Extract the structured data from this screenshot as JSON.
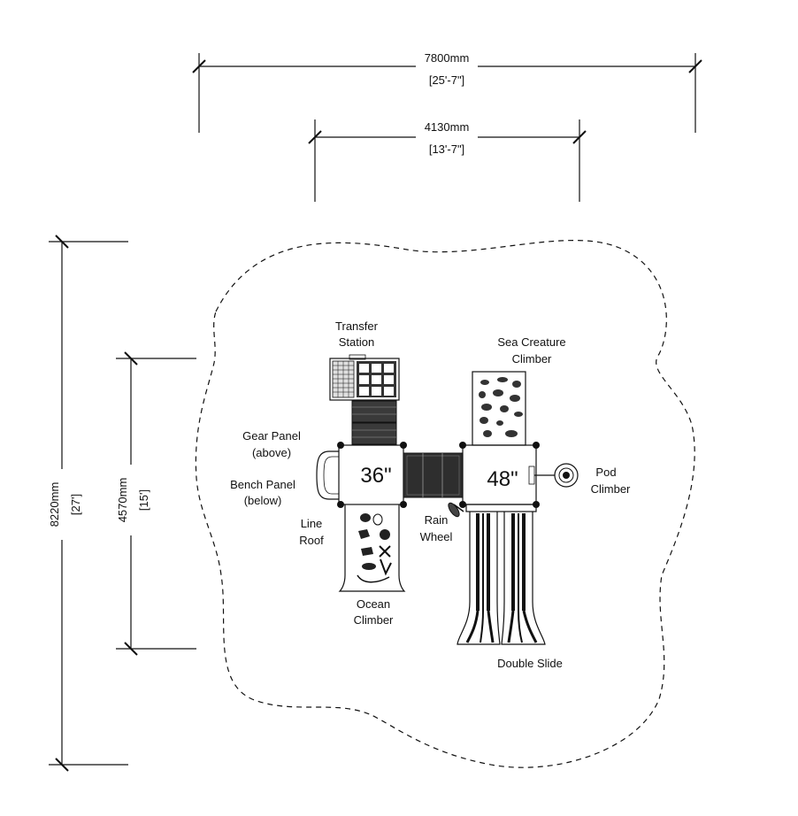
{
  "dimensions": {
    "overall_width": {
      "mm": "7800mm",
      "ft": "[25'-7\"]"
    },
    "structure_width": {
      "mm": "4130mm",
      "ft": "[13'-7\"]"
    },
    "overall_length": {
      "mm": "8220mm",
      "ft": "[27']"
    },
    "structure_length": {
      "mm": "4570mm",
      "ft": "[15']"
    }
  },
  "platforms": {
    "left_height": "36\"",
    "right_height": "48\""
  },
  "labels": {
    "transfer_station": [
      "Transfer",
      "Station"
    ],
    "sea_creature_climber": [
      "Sea Creature",
      "Climber"
    ],
    "gear_panel": [
      "Gear Panel",
      "(above)"
    ],
    "bench_panel": [
      "Bench Panel",
      "(below)"
    ],
    "line_roof": [
      "Line",
      "Roof"
    ],
    "rain_wheel": [
      "Rain",
      "Wheel"
    ],
    "pod_climber": [
      "Pod",
      "Climber"
    ],
    "ocean_climber": [
      "Ocean",
      "Climber"
    ],
    "double_slide": "Double Slide"
  }
}
